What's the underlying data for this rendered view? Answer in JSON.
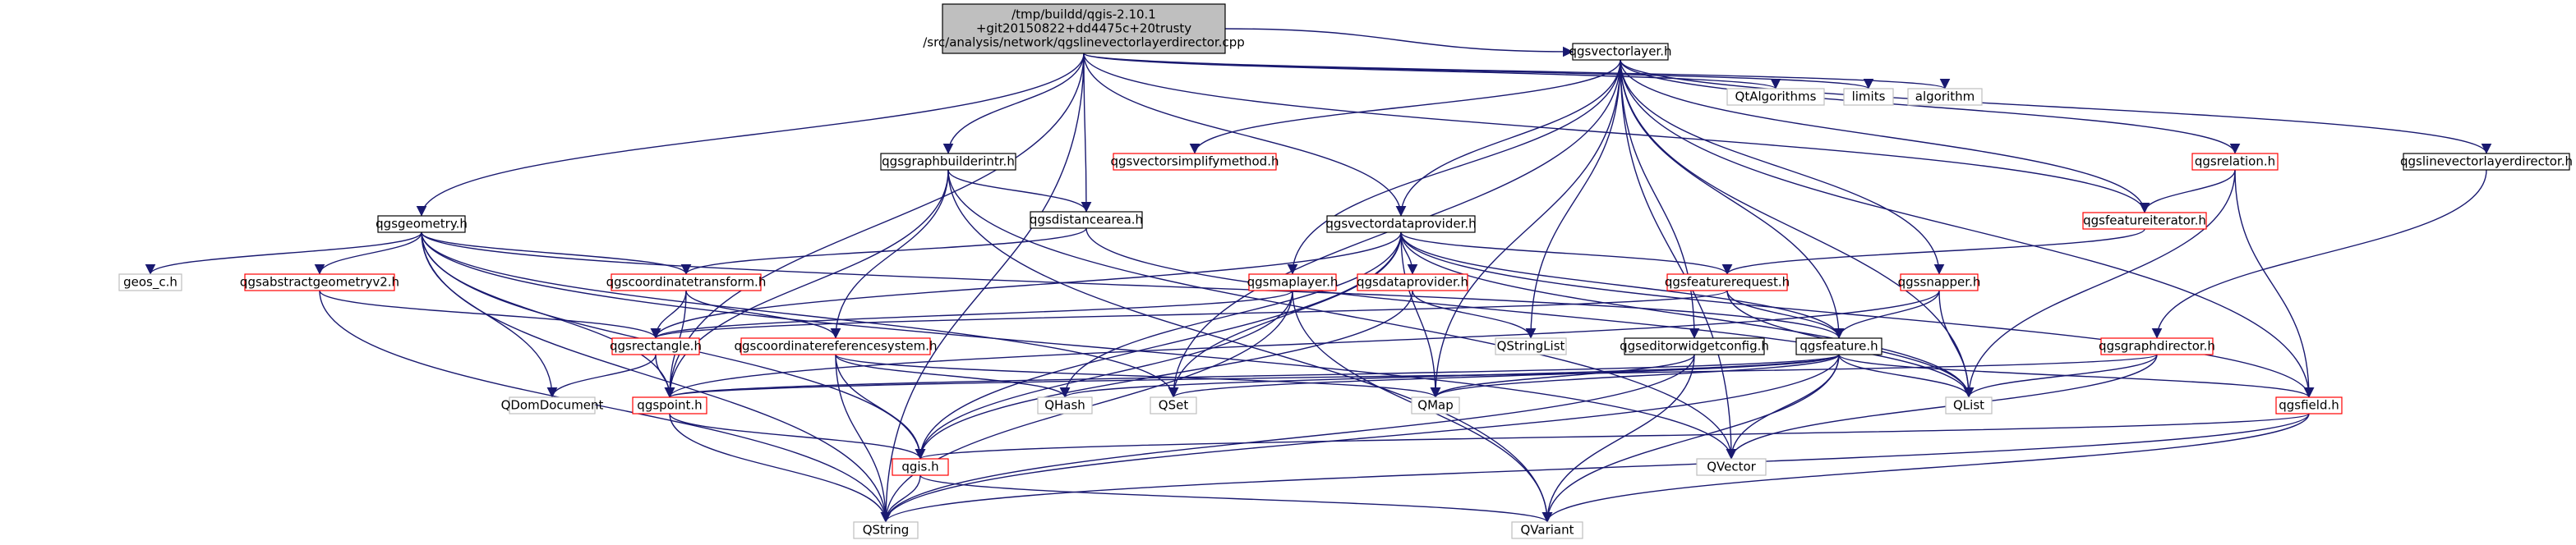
{
  "graph": {
    "colors": {
      "edge": "#191970",
      "border_default": "#000000",
      "border_missing": "#bfbfbf",
      "border_incomplete": "#ff0000",
      "fill_root": "#bfbfbf",
      "fill_default": "#ffffff"
    },
    "nodes": [
      {
        "id": "root",
        "lines": [
          "/tmp/buildd/qgis-2.10.1",
          "+git20150822+dd4475c+20trusty",
          "/src/analysis/network/qgslinevectorlayerdirector.cpp"
        ],
        "style": "root"
      },
      {
        "id": "qgsvectorlayer",
        "lines": [
          "qgsvectorlayer.h"
        ],
        "style": "normal"
      },
      {
        "id": "qtalgorithms",
        "lines": [
          "QtAlgorithms"
        ],
        "style": "missing"
      },
      {
        "id": "limits",
        "lines": [
          "limits"
        ],
        "style": "missing"
      },
      {
        "id": "algorithm",
        "lines": [
          "algorithm"
        ],
        "style": "missing"
      },
      {
        "id": "qgsgraphbuilderintr",
        "lines": [
          "qgsgraphbuilderintr.h"
        ],
        "style": "normal"
      },
      {
        "id": "qgsvectorsimplifymethod",
        "lines": [
          "qgsvectorsimplifymethod.h"
        ],
        "style": "red"
      },
      {
        "id": "qgsrelation",
        "lines": [
          "qgsrelation.h"
        ],
        "style": "red"
      },
      {
        "id": "qgslinevectorlayerdirector",
        "lines": [
          "qgslinevectorlayerdirector.h"
        ],
        "style": "normal"
      },
      {
        "id": "qgsgeometry",
        "lines": [
          "qgsgeometry.h"
        ],
        "style": "normal"
      },
      {
        "id": "qgsdistancearea",
        "lines": [
          "qgsdistancearea.h"
        ],
        "style": "normal"
      },
      {
        "id": "qgsvectordataprovider",
        "lines": [
          "qgsvectordataprovider.h"
        ],
        "style": "normal"
      },
      {
        "id": "qgsfeatureiterator",
        "lines": [
          "qgsfeatureiterator.h"
        ],
        "style": "red"
      },
      {
        "id": "geos_c",
        "lines": [
          "geos_c.h"
        ],
        "style": "missing"
      },
      {
        "id": "qgsabstractgeometryv2",
        "lines": [
          "qgsabstractgeometryv2.h"
        ],
        "style": "red"
      },
      {
        "id": "qgscoordinatetransform",
        "lines": [
          "qgscoordinatetransform.h"
        ],
        "style": "red"
      },
      {
        "id": "qgsmaplayer",
        "lines": [
          "qgsmaplayer.h"
        ],
        "style": "red"
      },
      {
        "id": "qgsdataprovider",
        "lines": [
          "qgsdataprovider.h"
        ],
        "style": "red"
      },
      {
        "id": "qgsfeaturerequest",
        "lines": [
          "qgsfeaturerequest.h"
        ],
        "style": "red"
      },
      {
        "id": "qgssnapper",
        "lines": [
          "qgssnapper.h"
        ],
        "style": "red"
      },
      {
        "id": "qgsrectangle",
        "lines": [
          "qgsrectangle.h"
        ],
        "style": "red"
      },
      {
        "id": "qgscoordinatereferencesystem",
        "lines": [
          "qgscoordinatereferencesystem.h"
        ],
        "style": "red"
      },
      {
        "id": "qstringlist",
        "lines": [
          "QStringList"
        ],
        "style": "missing"
      },
      {
        "id": "qgseditorwidgetconfig",
        "lines": [
          "qgseditorwidgetconfig.h"
        ],
        "style": "normal"
      },
      {
        "id": "qgsfeature",
        "lines": [
          "qgsfeature.h"
        ],
        "style": "normal"
      },
      {
        "id": "qgsgraphdirector",
        "lines": [
          "qgsgraphdirector.h"
        ],
        "style": "red"
      },
      {
        "id": "qdomdocument",
        "lines": [
          "QDomDocument"
        ],
        "style": "missing"
      },
      {
        "id": "qgspoint",
        "lines": [
          "qgspoint.h"
        ],
        "style": "red"
      },
      {
        "id": "qhash",
        "lines": [
          "QHash"
        ],
        "style": "missing"
      },
      {
        "id": "qset",
        "lines": [
          "QSet"
        ],
        "style": "missing"
      },
      {
        "id": "qmap",
        "lines": [
          "QMap"
        ],
        "style": "missing"
      },
      {
        "id": "qlist",
        "lines": [
          "QList"
        ],
        "style": "missing"
      },
      {
        "id": "qgsfield",
        "lines": [
          "qgsfield.h"
        ],
        "style": "red"
      },
      {
        "id": "qgis",
        "lines": [
          "qgis.h"
        ],
        "style": "red"
      },
      {
        "id": "qvector",
        "lines": [
          "QVector"
        ],
        "style": "missing"
      },
      {
        "id": "qstring",
        "lines": [
          "QString"
        ],
        "style": "missing"
      },
      {
        "id": "qvariant",
        "lines": [
          "QVariant"
        ],
        "style": "missing"
      }
    ],
    "edges": [
      [
        "root",
        "qgsvectorlayer"
      ],
      [
        "root",
        "qtalgorithms"
      ],
      [
        "root",
        "limits"
      ],
      [
        "root",
        "algorithm"
      ],
      [
        "root",
        "qgsgraphbuilderintr"
      ],
      [
        "root",
        "qgsgeometry"
      ],
      [
        "root",
        "qgsdistancearea"
      ],
      [
        "root",
        "qgsvectordataprovider"
      ],
      [
        "root",
        "qgsfeatureiterator"
      ],
      [
        "root",
        "qgspoint"
      ],
      [
        "root",
        "qstring"
      ],
      [
        "qgsvectorlayer",
        "qgsvectorsimplifymethod"
      ],
      [
        "qgsvectorlayer",
        "qgsrelation"
      ],
      [
        "qgsvectorlayer",
        "qgslinevectorlayerdirector"
      ],
      [
        "qgsvectorlayer",
        "qgsvectordataprovider"
      ],
      [
        "qgsvectorlayer",
        "qgsfeatureiterator"
      ],
      [
        "qgsvectorlayer",
        "qgsmaplayer"
      ],
      [
        "qgsvectorlayer",
        "qgssnapper"
      ],
      [
        "qgsvectorlayer",
        "qstringlist"
      ],
      [
        "qgsvectorlayer",
        "qgseditorwidgetconfig"
      ],
      [
        "qgsvectorlayer",
        "qgsfeature"
      ],
      [
        "qgsvectorlayer",
        "qset"
      ],
      [
        "qgsvectorlayer",
        "qmap"
      ],
      [
        "qgsvectorlayer",
        "qlist"
      ],
      [
        "qgsvectorlayer",
        "qgsfield"
      ],
      [
        "qgsvectorlayer",
        "qvector"
      ],
      [
        "qgsgraphbuilderintr",
        "qgsdistancearea"
      ],
      [
        "qgsgraphbuilderintr",
        "qgscoordinatereferencesystem"
      ],
      [
        "qgsgraphbuilderintr",
        "qgspoint"
      ],
      [
        "qgsgraphbuilderintr",
        "qvector"
      ],
      [
        "qgsgraphbuilderintr",
        "qvariant"
      ],
      [
        "qgsrelation",
        "qgsfeatureiterator"
      ],
      [
        "qgsrelation",
        "qlist"
      ],
      [
        "qgsrelation",
        "qgsfield"
      ],
      [
        "qgslinevectorlayerdirector",
        "qgsgraphdirector"
      ],
      [
        "qgsgeometry",
        "geos_c"
      ],
      [
        "qgsgeometry",
        "qgsabstractgeometryv2"
      ],
      [
        "qgsgeometry",
        "qgscoordinatetransform"
      ],
      [
        "qgsgeometry",
        "qgsfeature"
      ],
      [
        "qgsgeometry",
        "qdomdocument"
      ],
      [
        "qgsgeometry",
        "qgspoint"
      ],
      [
        "qgsgeometry",
        "qset"
      ],
      [
        "qgsgeometry",
        "qgis"
      ],
      [
        "qgsgeometry",
        "qvector"
      ],
      [
        "qgsgeometry",
        "qstring"
      ],
      [
        "qgsdistancearea",
        "qgscoordinatetransform"
      ],
      [
        "qgsdistancearea",
        "qlist"
      ],
      [
        "qgsvectordataprovider",
        "qgsdataprovider"
      ],
      [
        "qgsvectordataprovider",
        "qgsfeaturerequest"
      ],
      [
        "qgsvectordataprovider",
        "qgsrectangle"
      ],
      [
        "qgsvectordataprovider",
        "qgsfeature"
      ],
      [
        "qgsvectordataprovider",
        "qhash"
      ],
      [
        "qgsvectordataprovider",
        "qset"
      ],
      [
        "qgsvectordataprovider",
        "qmap"
      ],
      [
        "qgsvectordataprovider",
        "qlist"
      ],
      [
        "qgsvectordataprovider",
        "qgsfield"
      ],
      [
        "qgsvectordataprovider",
        "qgis"
      ],
      [
        "qgsfeatureiterator",
        "qgsfeaturerequest"
      ],
      [
        "qgsabstractgeometryv2",
        "qgsrectangle"
      ],
      [
        "qgsabstractgeometryv2",
        "qstring"
      ],
      [
        "qgscoordinatetransform",
        "qgsrectangle"
      ],
      [
        "qgscoordinatetransform",
        "qgscoordinatereferencesystem"
      ],
      [
        "qgscoordinatetransform",
        "qgspoint"
      ],
      [
        "qgsmaplayer",
        "qgsrectangle"
      ],
      [
        "qgsmaplayer",
        "qgis"
      ],
      [
        "qgsmaplayer",
        "qvariant"
      ],
      [
        "qgsmaplayer",
        "qstring"
      ],
      [
        "qgsdataprovider",
        "qstringlist"
      ],
      [
        "qgsdataprovider",
        "qgis"
      ],
      [
        "qgsfeaturerequest",
        "qgsrectangle"
      ],
      [
        "qgsfeaturerequest",
        "qgsfeature"
      ],
      [
        "qgsfeaturerequest",
        "qlist"
      ],
      [
        "qgssnapper",
        "qgsfeature"
      ],
      [
        "qgssnapper",
        "qgspoint"
      ],
      [
        "qgssnapper",
        "qlist"
      ],
      [
        "qgsrectangle",
        "qdomdocument"
      ],
      [
        "qgsrectangle",
        "qgspoint"
      ],
      [
        "qgscoordinatereferencesystem",
        "qgis"
      ],
      [
        "qgscoordinatereferencesystem",
        "qmap"
      ],
      [
        "qgscoordinatereferencesystem",
        "qhash"
      ],
      [
        "qgscoordinatereferencesystem",
        "qstring"
      ],
      [
        "qgseditorwidgetconfig",
        "qmap"
      ],
      [
        "qgseditorwidgetconfig",
        "qvariant"
      ],
      [
        "qgseditorwidgetconfig",
        "qstring"
      ],
      [
        "qgsfeature",
        "qgspoint"
      ],
      [
        "qgsfeature",
        "qhash"
      ],
      [
        "qgsfeature",
        "qset"
      ],
      [
        "qgsfeature",
        "qmap"
      ],
      [
        "qgsfeature",
        "qlist"
      ],
      [
        "qgsfeature",
        "qgsfield"
      ],
      [
        "qgsfeature",
        "qvector"
      ],
      [
        "qgsfeature",
        "qvariant"
      ],
      [
        "qgsfeature",
        "qstring"
      ],
      [
        "qgsgraphdirector",
        "qgspoint"
      ],
      [
        "qgsgraphdirector",
        "qlist"
      ],
      [
        "qgsgraphdirector",
        "qvector"
      ],
      [
        "qgspoint",
        "qgis"
      ],
      [
        "qgspoint",
        "qstring"
      ],
      [
        "qgsfield",
        "qgis"
      ],
      [
        "qgsfield",
        "qvariant"
      ],
      [
        "qgsfield",
        "qstring"
      ],
      [
        "qgis",
        "qvariant"
      ],
      [
        "qgis",
        "qstring"
      ]
    ]
  }
}
